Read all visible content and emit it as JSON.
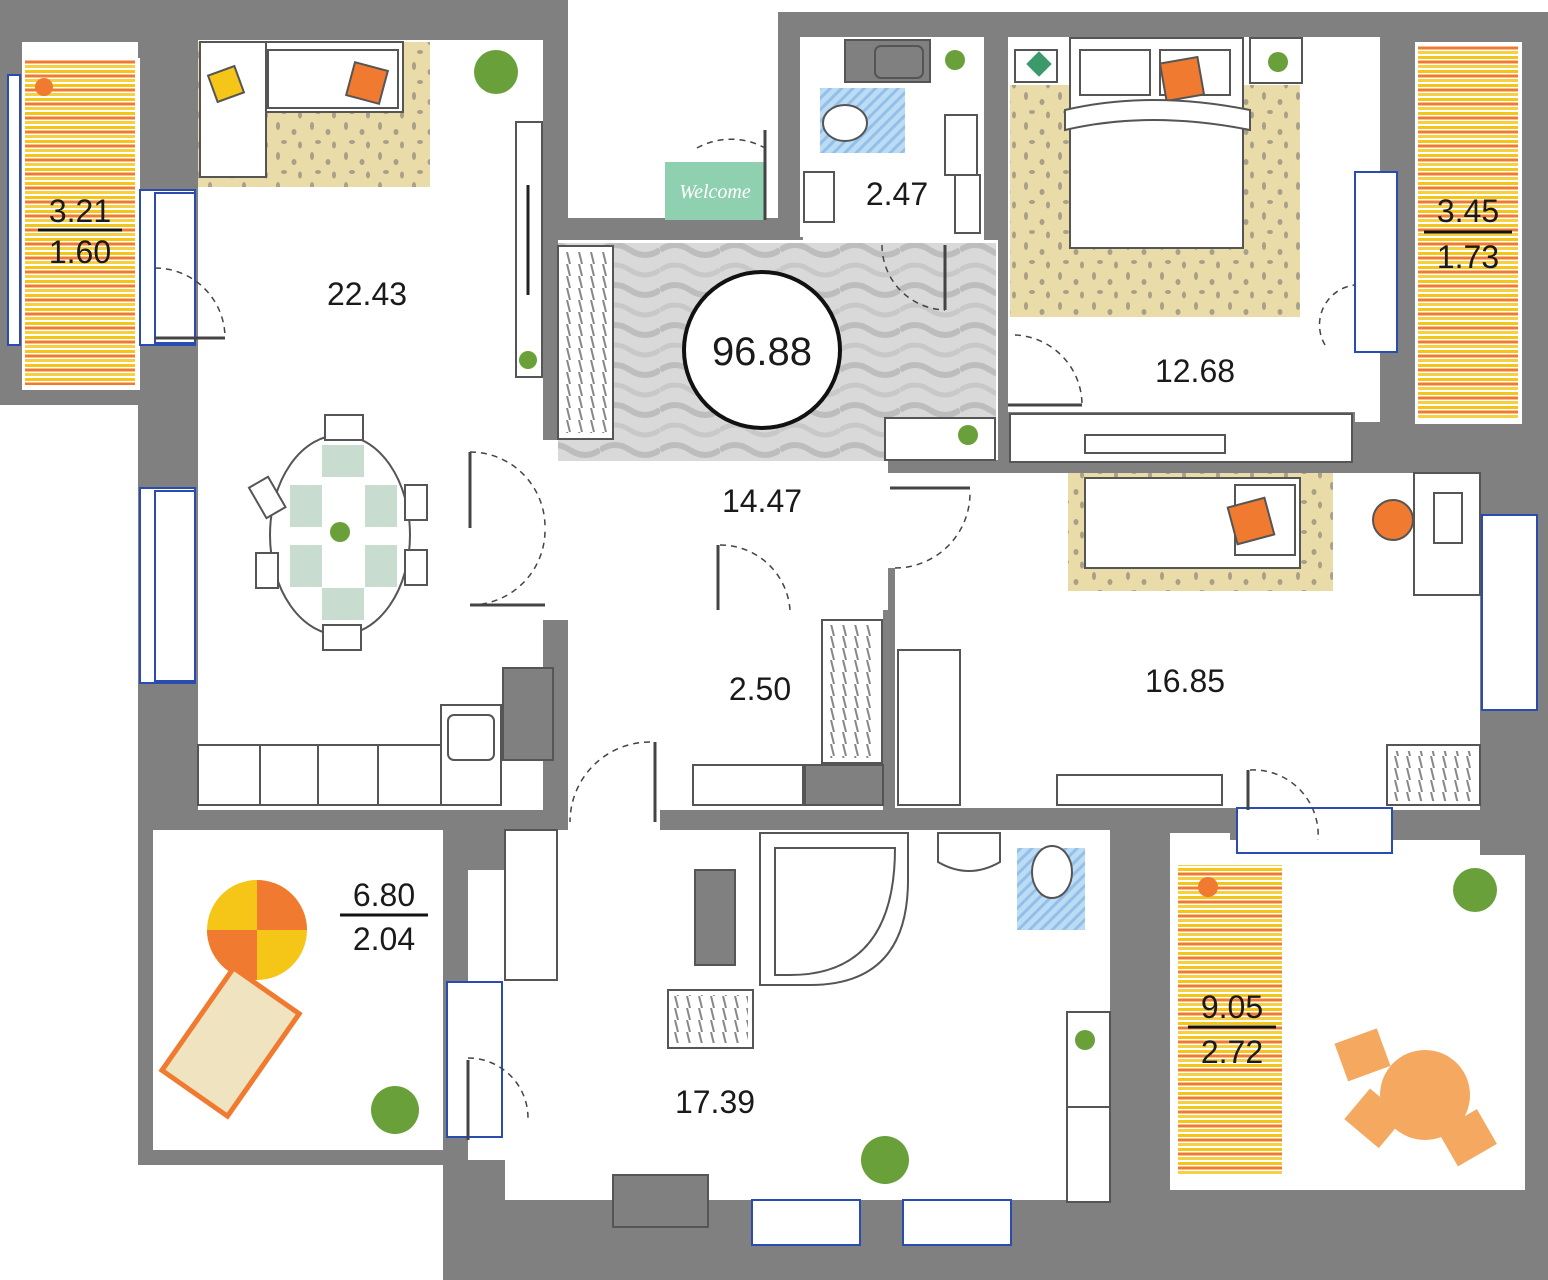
{
  "total_area": "96.88",
  "rooms": {
    "living_kitchen": "22.43",
    "hall": "14.47",
    "bathroom_small": "2.47",
    "bedroom_master": "12.68",
    "bedroom_second": "16.85",
    "wardrobe": "2.50",
    "bathroom_main": "17.39"
  },
  "balconies": {
    "balcony_left": {
      "total": "3.21",
      "reduced": "1.60"
    },
    "balcony_right_top": {
      "total": "3.45",
      "reduced": "1.73"
    },
    "terrace_left": {
      "total": "6.80",
      "reduced": "2.04"
    },
    "terrace_right": {
      "total": "9.05",
      "reduced": "2.72"
    }
  },
  "doormat_text": "Welcome",
  "colors": {
    "wall": "#808080",
    "floor": "#ffffff",
    "rug": "#e8d8a0",
    "hall_rug": "#d8d8d8",
    "accent_orange": "#f07a30",
    "accent_yellow": "#f5c518",
    "window": "#2a4bb0",
    "mat_green": "#8fd0b0",
    "mat_blue": "#9ec9ee"
  }
}
